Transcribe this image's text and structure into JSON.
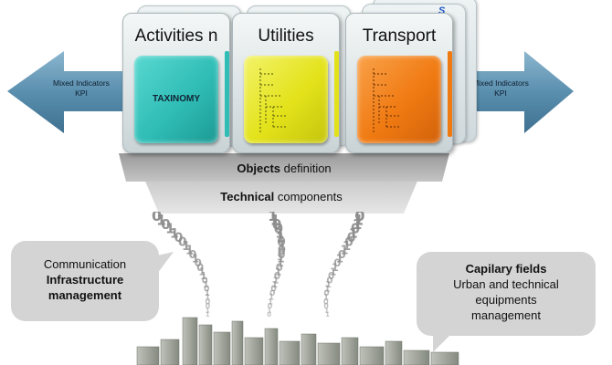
{
  "arrows": {
    "left_label": [
      "Mixed Indicators",
      "KPI"
    ],
    "right_label": [
      "Mixed Indicators",
      "KPI"
    ],
    "color": "#5a8fae"
  },
  "cards": [
    {
      "title": "Activities n",
      "tile_color": "#2fbdb6",
      "tile_label": "TAXINOMY"
    },
    {
      "title": "Utilities",
      "tile_color": "#e3e21a",
      "tile_label": ""
    },
    {
      "title": "Transport",
      "tile_color": "#f07a12",
      "tile_label": ""
    }
  ],
  "badge": "S",
  "objects_bar": {
    "bold": "Objects",
    "rest": " definition"
  },
  "technical_bar": {
    "bold": "Technical",
    "rest": " components"
  },
  "callout_left": {
    "line1": "Communication",
    "bold1": "Infrastructure",
    "bold2": "management"
  },
  "callout_right": {
    "bold": "Capilary fields",
    "line2": "Urban and technical",
    "line3": "equipments",
    "line4": "management"
  },
  "binary_digits": "0 1 0 1 1 0 0 1 1 0 1 0 0 1 1"
}
